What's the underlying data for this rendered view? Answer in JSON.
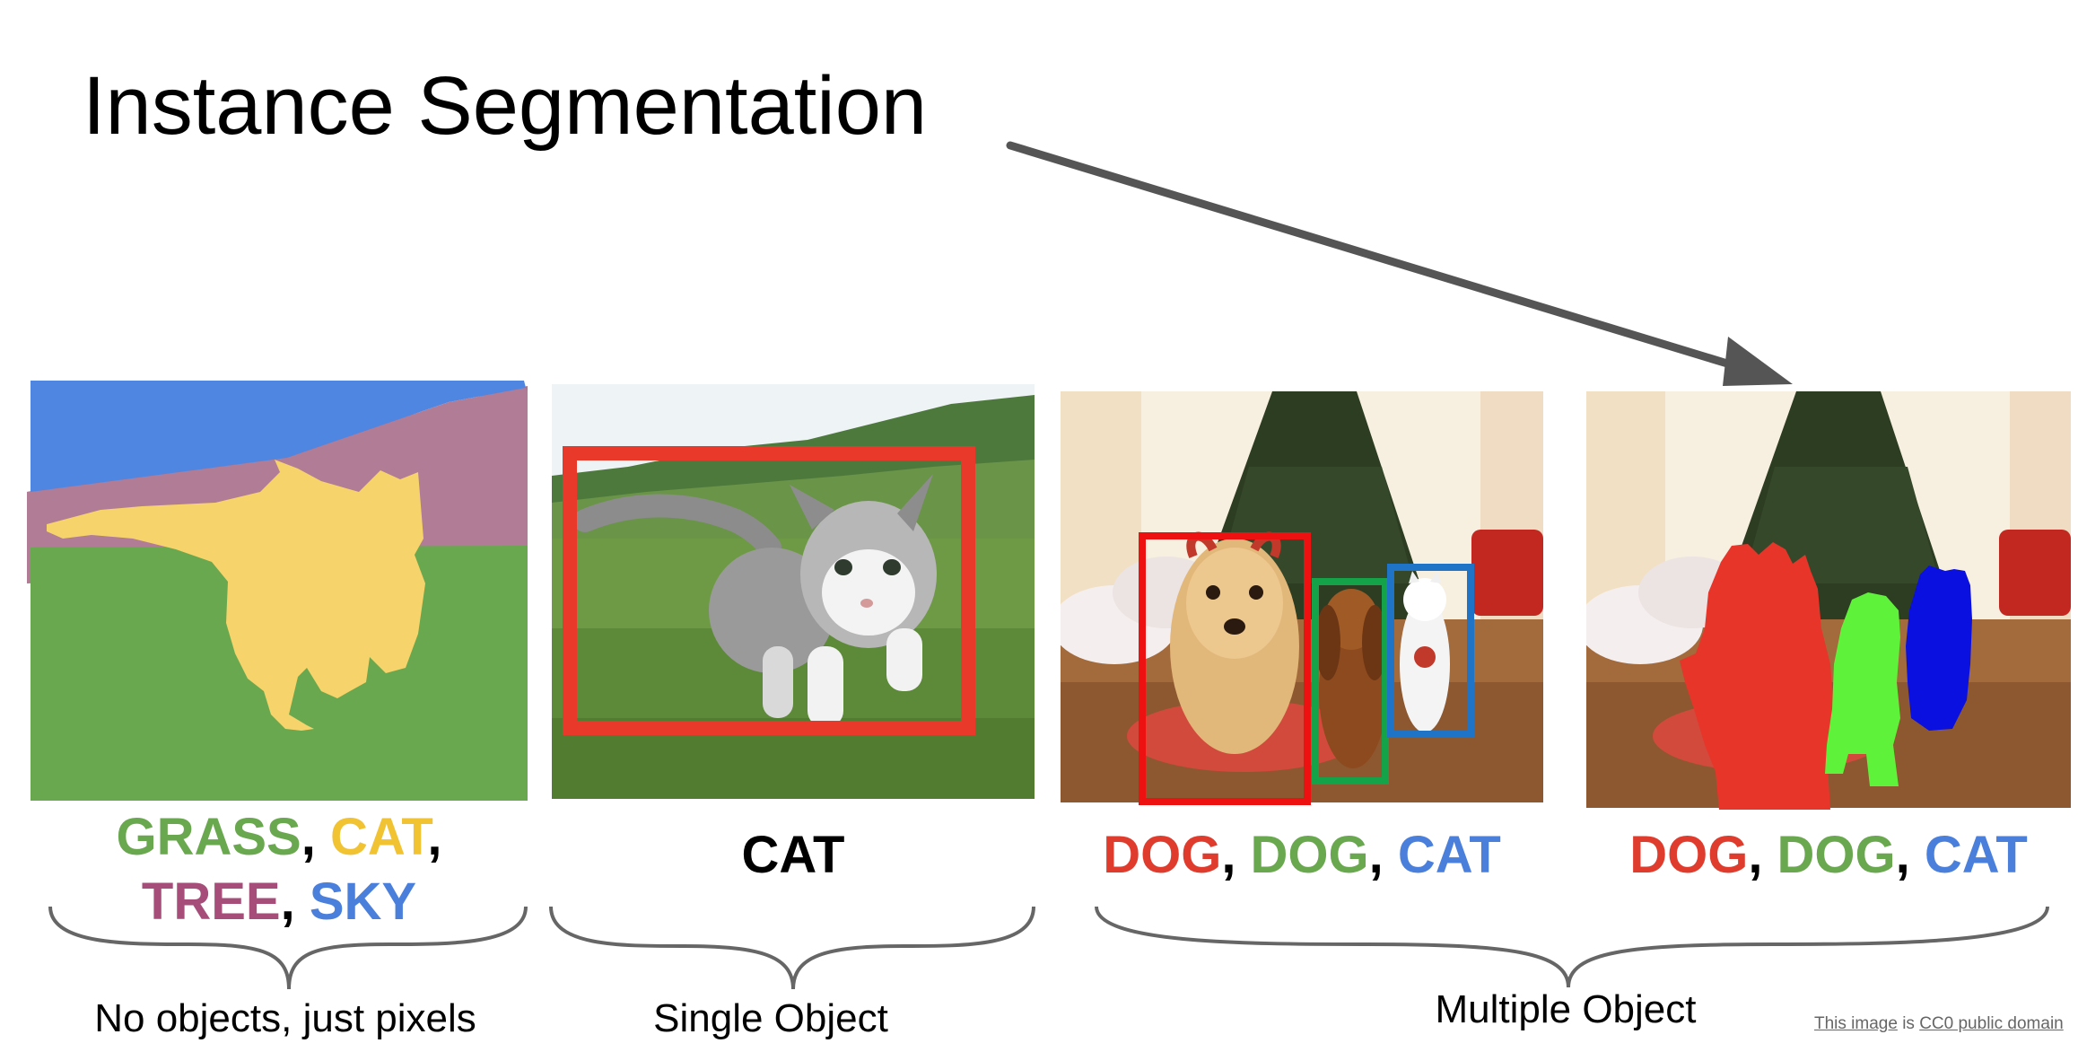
{
  "title": "Instance Segmentation",
  "colors": {
    "red": "#e03c2e",
    "green": "#6aa84f",
    "blue": "#4a7fdc",
    "yellow": "#f1c232",
    "purple": "#a64d79",
    "black": "#000000",
    "bracket": "#666666",
    "arrow": "#555555",
    "mask_green": "#5ff23a",
    "mask_blue": "#0a10e0"
  },
  "panels": {
    "semantic": {
      "labels_line1": [
        {
          "text": "GRASS",
          "color": "#6aa84f"
        },
        {
          "text": ", ",
          "color": "#000000"
        },
        {
          "text": "CAT",
          "color": "#f1c232"
        },
        {
          "text": ",",
          "color": "#000000"
        }
      ],
      "labels_line2": [
        {
          "text": "TREE",
          "color": "#a64d79"
        },
        {
          "text": ", ",
          "color": "#000000"
        },
        {
          "text": "SKY",
          "color": "#4a7fdc"
        }
      ],
      "caption": "No objects, just pixels"
    },
    "classification": {
      "labels": [
        {
          "text": "CAT",
          "color": "#000000"
        }
      ],
      "caption": "Single Object"
    },
    "detection": {
      "labels": [
        {
          "text": "DOG",
          "color": "#e03c2e"
        },
        {
          "text": ", ",
          "color": "#000000"
        },
        {
          "text": "DOG",
          "color": "#6aa84f"
        },
        {
          "text": ", ",
          "color": "#000000"
        },
        {
          "text": "CAT",
          "color": "#4a7fdc"
        }
      ]
    },
    "instance": {
      "labels": [
        {
          "text": "DOG",
          "color": "#e03c2e"
        },
        {
          "text": ", ",
          "color": "#000000"
        },
        {
          "text": "DOG",
          "color": "#6aa84f"
        },
        {
          "text": ", ",
          "color": "#000000"
        },
        {
          "text": "CAT",
          "color": "#4a7fdc"
        }
      ]
    },
    "multi_caption": "Multiple Object"
  },
  "credit": {
    "link1": "This image",
    "middle": " is ",
    "link2": "CC0 public domain"
  }
}
